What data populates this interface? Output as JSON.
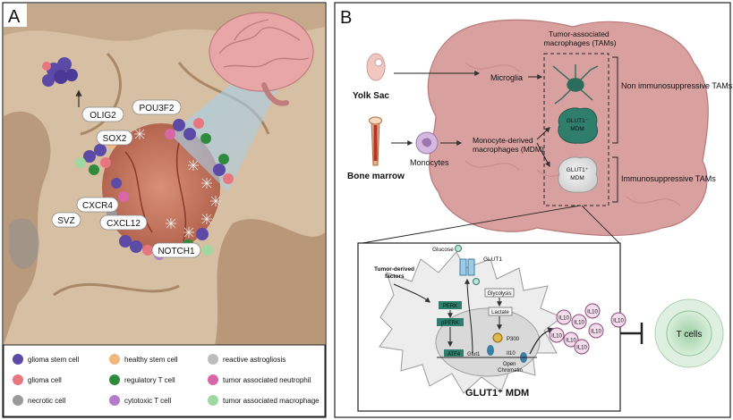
{
  "panel_a": {
    "letter": "A",
    "markers": {
      "olig2": "OLIG2",
      "pou3f2": "POU3F2",
      "sox2": "SOX2",
      "cxcr4": "CXCR4",
      "svz": "SVZ",
      "cxcl12": "CXCL12",
      "notch1": "NOTCH1"
    },
    "legend": [
      {
        "label": "glioma stem cell",
        "color": "#5b4aa6"
      },
      {
        "label": "healthy stem cell",
        "color": "#f2b77e"
      },
      {
        "label": "reactive astrogliosis",
        "color": "#bdbdbd"
      },
      {
        "label": "glioma cell",
        "color": "#e8767f"
      },
      {
        "label": "regulatory T cell",
        "color": "#2e8b3e"
      },
      {
        "label": "tumor associated neutrophil",
        "color": "#d966a6"
      },
      {
        "label": "necrotic cell",
        "color": "#9a9a9a"
      },
      {
        "label": "cytotoxic T cell",
        "color": "#b57ccc"
      },
      {
        "label": "tumor associated macrophage",
        "color": "#9fd99f"
      }
    ]
  },
  "panel_b": {
    "letter": "B",
    "yolk_sac": "Yolk Sac",
    "bone_marrow": "Bone marrow",
    "monocytes": "Monocytes",
    "microglia": "Microglia",
    "mdm": "Monocyte-derived macrophages (MDM)",
    "tams_header": "Tumor-associated macrophages (TAMs)",
    "non_immuno": "Non immunosuppressive TAMs",
    "immuno": "Immunosuppressive TAMs",
    "glut1_neg": "GLUT1⁻ MDM",
    "glut1_pos": "GLUT1⁺ MDM",
    "inset": {
      "glucose": "Glucose",
      "glut1": "GLUT1",
      "tumor_factors": "Tumor-derived factors",
      "perk": "PERK",
      "pperk": "pPERK",
      "atf4": "ATF4",
      "glut1_gene": "Glut1",
      "glycolysis": "Glycolysis",
      "lactate": "Lactate",
      "p300": "P300",
      "il10_gene": "Il10",
      "open_chromatin": "Open Chromatin",
      "il10": "IL10",
      "title": "GLUT1⁺ MDM",
      "tcells": "T cells"
    }
  }
}
